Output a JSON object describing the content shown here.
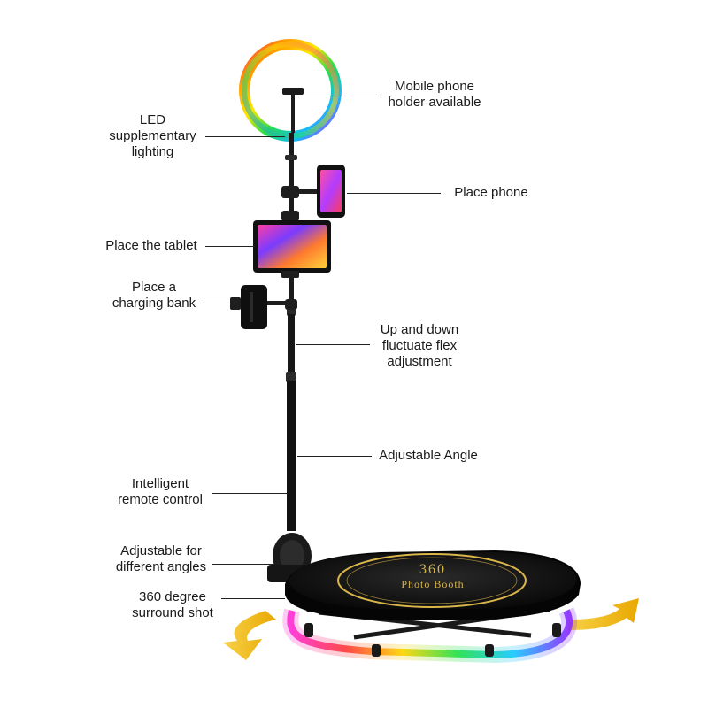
{
  "callouts": {
    "phone_holder": {
      "lines": [
        "Mobile phone",
        "holder available"
      ]
    },
    "led": {
      "lines": [
        "LED",
        "supplementary",
        "lighting"
      ]
    },
    "place_phone": {
      "lines": [
        "Place phone"
      ]
    },
    "place_tablet": {
      "lines": [
        "Place the tablet"
      ]
    },
    "charging_bank": {
      "lines": [
        "Place a",
        "charging bank"
      ]
    },
    "flex": {
      "lines": [
        "Up and down",
        "fluctuate flex",
        "adjustment"
      ]
    },
    "angle": {
      "lines": [
        "Adjustable Angle"
      ]
    },
    "remote": {
      "lines": [
        "Intelligent",
        "remote control"
      ]
    },
    "angles": {
      "lines": [
        "Adjustable for",
        "different angles"
      ]
    },
    "surround": {
      "lines": [
        "360 degree",
        "surround shot"
      ]
    }
  },
  "platform_logo": {
    "number": "360",
    "name": "Photo Booth"
  },
  "colors": {
    "accent_gold": "#d9b54a",
    "arrow_yellow": "#f5c518",
    "pole": "#141414"
  }
}
